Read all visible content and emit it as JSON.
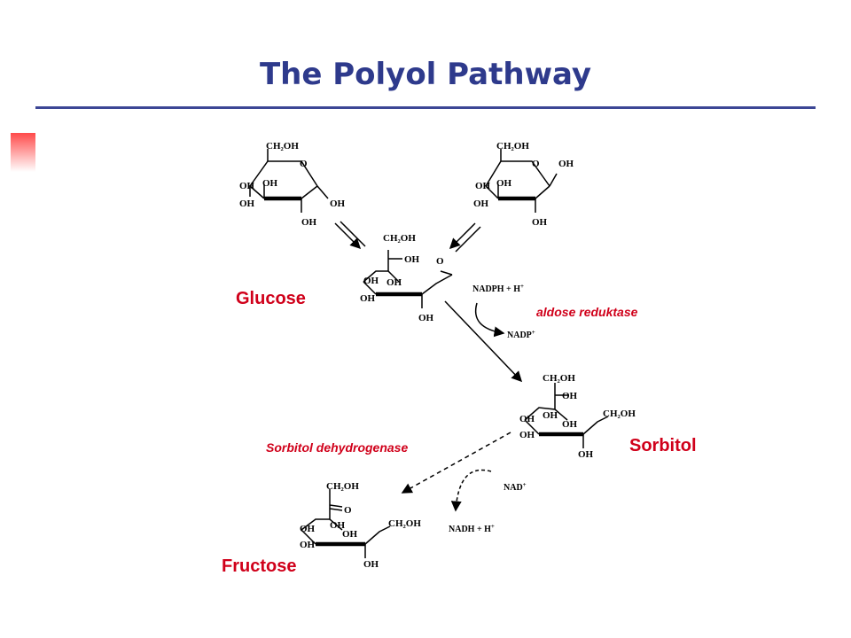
{
  "title": "The Polyol Pathway",
  "labels": {
    "glucose": "Glucose",
    "sorbitol": "Sorbitol",
    "fructose": "Fructose"
  },
  "enzymes": {
    "aldose_reductase": "aldose reduktase",
    "sorbitol_dehydrogenase": "Sorbitol dehydrogenase"
  },
  "cofactors": {
    "nadph_in": "NADPH + H",
    "nadp_out": "NADP",
    "nad_in": "NAD",
    "nadh_out": "NADH + H"
  },
  "groups": {
    "ch2oh": "CH₂OH",
    "oh": "OH",
    "o": "O",
    "plus": "+"
  },
  "colors": {
    "title": "#2e3a8c",
    "label": "#d0001a",
    "rule": "#3c4695"
  }
}
